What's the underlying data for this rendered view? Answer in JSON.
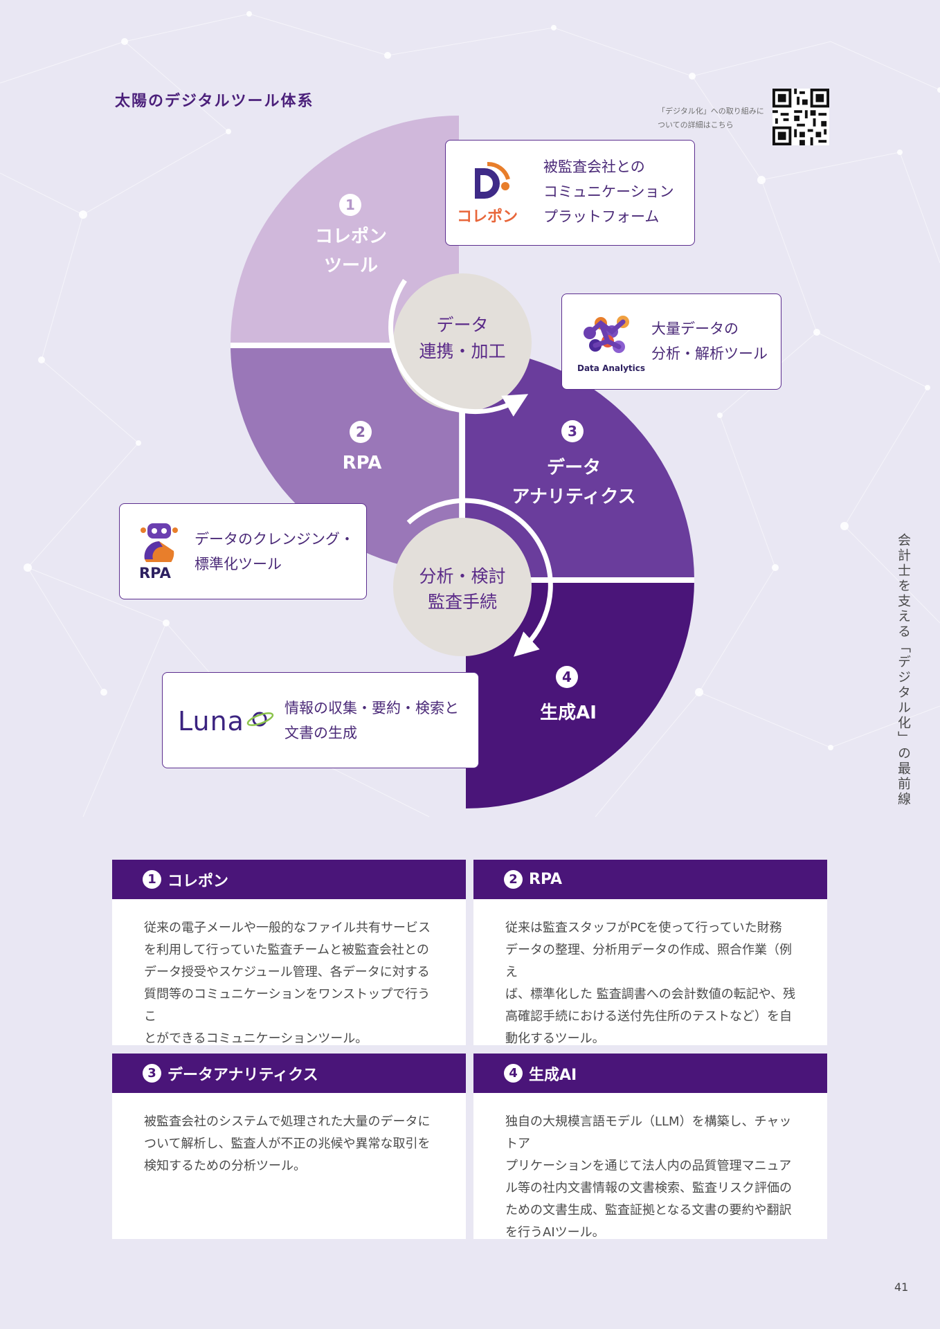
{
  "page": {
    "title": "太陽のデジタルツール体系",
    "qr_note_line1": "「デジタル化」への取り組みに",
    "qr_note_line2": "ついての詳細はこちら",
    "side_text": "会計士を支える「デジタル化」の最前線",
    "page_number": "41"
  },
  "diagram": {
    "segments": [
      {
        "number": "1",
        "label_line1": "コレポン",
        "label_line2": "ツール"
      },
      {
        "number": "2",
        "label_line1": "RPA",
        "label_line2": ""
      },
      {
        "number": "3",
        "label_line1": "データ",
        "label_line2": "アナリティクス"
      },
      {
        "number": "4",
        "label_line1": "生成AI",
        "label_line2": ""
      }
    ],
    "hub_top": {
      "line1": "データ",
      "line2": "連携・加工"
    },
    "hub_bottom": {
      "line1": "分析・検討",
      "line2": "監査手続"
    },
    "colors": {
      "seg1": "#d0b8db",
      "seg2": "#9a77b8",
      "seg3": "#6a3d9c",
      "seg4": "#4a1579",
      "hub": "#e3dfda"
    }
  },
  "cards": {
    "korepon": {
      "logo_text": "コレポン",
      "line1": "被監査会社との",
      "line2": "コミュニケーション",
      "line3": "プラットフォーム"
    },
    "analytics": {
      "logo_text": "Data Analytics",
      "line1": "大量データの",
      "line2": "分析・解析ツール"
    },
    "rpa": {
      "logo_text": "RPA",
      "line1": "データのクレンジング・",
      "line2": "標準化ツール"
    },
    "luna": {
      "logo_text": "Luna",
      "line1": "情報の収集・要約・検索と",
      "line2": "文書の生成"
    }
  },
  "sections": [
    {
      "number": "1",
      "title": "コレポン",
      "lines": [
        "従来の電子メールや一般的なファイル共有サービス",
        "を利用して行っていた監査チームと被監査会社との",
        "データ授受やスケジュール管理、各データに対する",
        "質問等のコミュニケーションをワンストップで行うこ",
        "とができるコミュニケーションツール。"
      ]
    },
    {
      "number": "2",
      "title": "RPA",
      "lines": [
        "従来は監査スタッフがPCを使って行っていた財務",
        "データの整理、分析用データの作成、照合作業（例え",
        "ば、標準化した 監査調書への会計数値の転記や、残",
        "高確認手続における送付先住所のテストなど）を自",
        "動化するツール。"
      ]
    },
    {
      "number": "3",
      "title": "データアナリティクス",
      "lines": [
        "被監査会社のシステムで処理された大量のデータに",
        "ついて解析し、監査人が不正の兆候や異常な取引を",
        "検知するための分析ツール。"
      ]
    },
    {
      "number": "4",
      "title": "生成AI",
      "lines": [
        "独自の大規模言語モデル（LLM）を構築し、チャットア",
        "プリケーションを通じて法人内の品質管理マニュア",
        "ル等の社内文書情報の文書検索、監査リスク評価の",
        "ための文書生成、監査証拠となる文書の要約や翻訳",
        "を行うAIツール。"
      ]
    }
  ]
}
